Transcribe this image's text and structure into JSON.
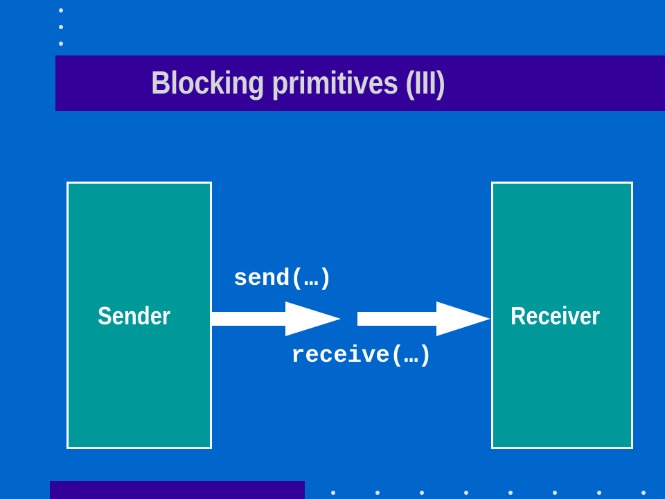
{
  "slide": {
    "title": "Blocking primitives (III)"
  },
  "diagram": {
    "sender_label": "Sender",
    "receiver_label": "Receiver",
    "send_call": "send(…)",
    "receive_call": "receive(…)"
  },
  "colors": {
    "background": "#0066cc",
    "title_band": "#330099",
    "title_text": "#d6d6d6",
    "box_fill": "#009999",
    "box_border": "#ffffff",
    "arrow": "#ffffff"
  }
}
